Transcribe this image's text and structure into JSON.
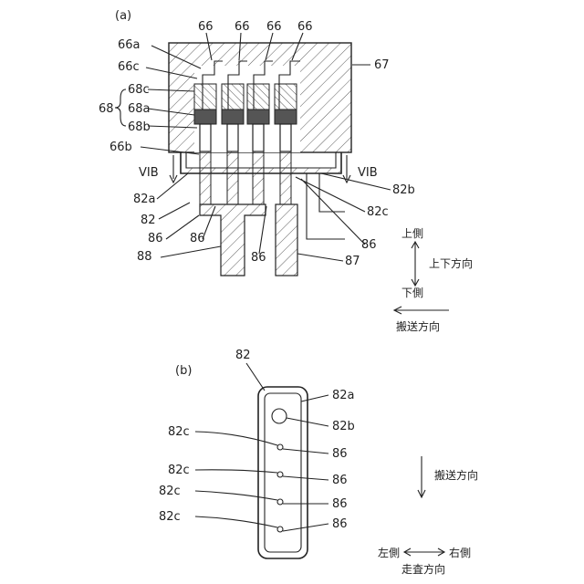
{
  "figure_a": {
    "panel_label": "(a)",
    "labels": {
      "l66_1": "66",
      "l66_2": "66",
      "l66_3": "66",
      "l66_4": "66",
      "l66a": "66a",
      "l66c": "66c",
      "l68": "68",
      "l68c": "68c",
      "l68a": "68a",
      "l68b": "68b",
      "l66b": "66b",
      "l67": "67",
      "vib_left": "VIB",
      "vib_right": "VIB",
      "l82a": "82a",
      "l82": "82",
      "l82b": "82b",
      "l82c": "82c",
      "l86_left": "86",
      "l86_mid": "86",
      "l86_bottom": "86",
      "l86_right": "86",
      "l88": "88",
      "l87": "87"
    },
    "direction_legend": {
      "up": "上側",
      "updown": "上下方向",
      "down": "下側",
      "transport": "搬送方向"
    }
  },
  "figure_b": {
    "panel_label": "(b)",
    "labels": {
      "l82": "82",
      "l82a": "82a",
      "l82b": "82b",
      "l82c_1": "82c",
      "l82c_2": "82c",
      "l82c_3": "82c",
      "l82c_4": "82c",
      "l86_1": "86",
      "l86_2": "86",
      "l86_3": "86",
      "l86_4": "86"
    },
    "direction_legend": {
      "transport": "搬送方向",
      "left": "左側",
      "right": "右側",
      "scan": "走査方向"
    }
  }
}
